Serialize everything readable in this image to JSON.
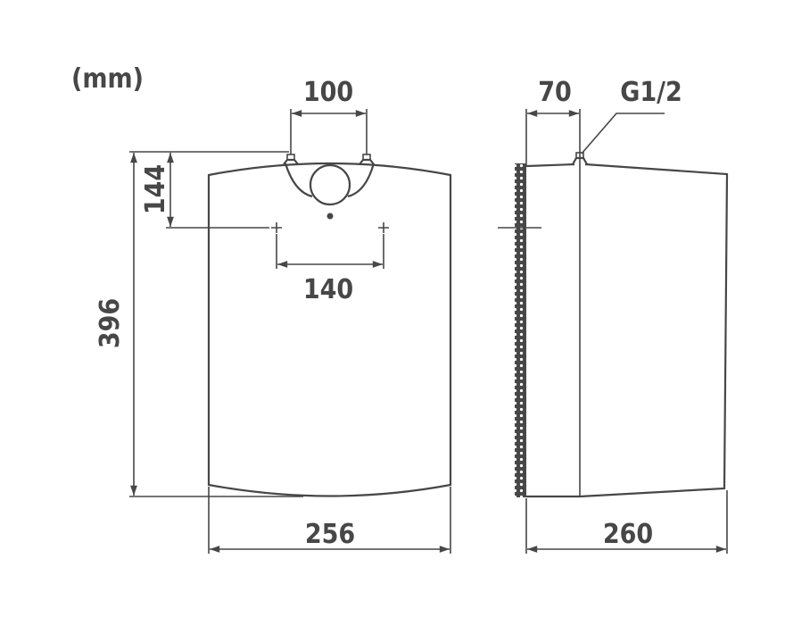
{
  "unit_label": "(mm)",
  "front_view": {
    "inlet_spacing": "100",
    "mounting_spacing": "140",
    "mount_height_from_top": "144",
    "height": "396",
    "width": "256"
  },
  "side_view": {
    "inlet_offset": "70",
    "thread_size": "G1/2",
    "depth": "260"
  },
  "colors": {
    "line": "#474747",
    "background": "#ffffff"
  }
}
